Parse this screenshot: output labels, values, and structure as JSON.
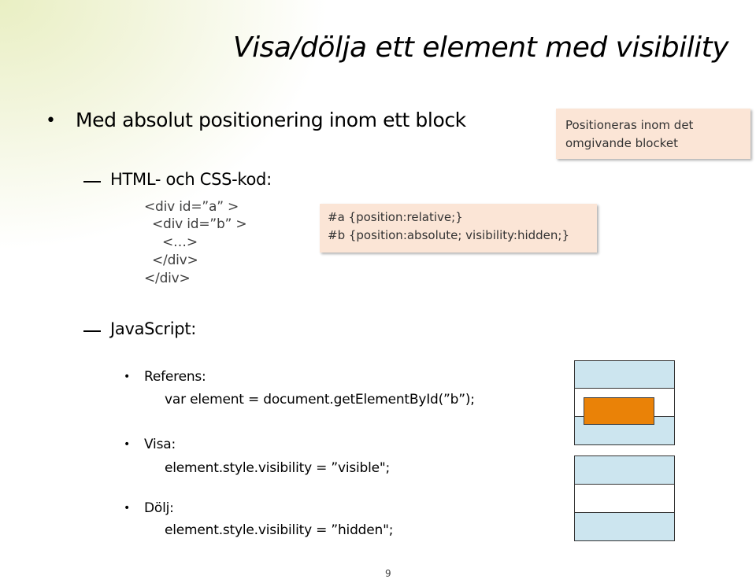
{
  "slide": {
    "title": "Visa/dölja ett element med visibility",
    "bullet_main": "Med absolut positionering inom ett block",
    "sub_html_css": "HTML- och CSS-kod:",
    "html_code": [
      "<div id=”a” >",
      "<div id=”b” >",
      "<…>",
      "</div>",
      "</div>"
    ],
    "css_code": [
      "#a {position:relative;}",
      "#b {position:absolute; visibility:hidden;}"
    ],
    "note": [
      "Positioneras inom det",
      "omgivande blocket"
    ],
    "sub_js": "JavaScript:",
    "js_items": [
      {
        "label": "Referens:",
        "code": "var element = document.getElementById(”b”);"
      },
      {
        "label": "Visa:",
        "code": "element.style.visibility = ”visible\";"
      },
      {
        "label": "Dölj:",
        "code": "element.style.visibility = ”hidden\";"
      }
    ],
    "page_number": "9"
  },
  "colors": {
    "callout_fill": "#fbe5d6",
    "diagram_blue": "#cce5ef",
    "diagram_orange": "#ea8207"
  }
}
